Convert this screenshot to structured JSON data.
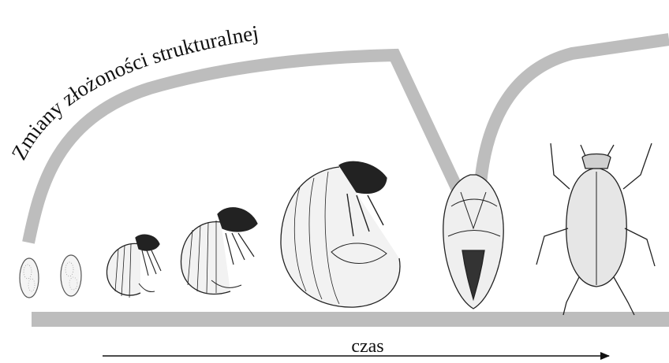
{
  "diagram": {
    "curve_label": "Zmiany złożoności strukturalnej",
    "axis_label": "czas",
    "colors": {
      "curve": "#bdbdbd",
      "baseline": "#bdbdbd",
      "ink": "#111111"
    },
    "stages": [
      {
        "name": "egg-1"
      },
      {
        "name": "egg-2"
      },
      {
        "name": "larva-small"
      },
      {
        "name": "larva-medium"
      },
      {
        "name": "larva-large"
      },
      {
        "name": "pupa"
      },
      {
        "name": "adult-beetle"
      }
    ]
  }
}
